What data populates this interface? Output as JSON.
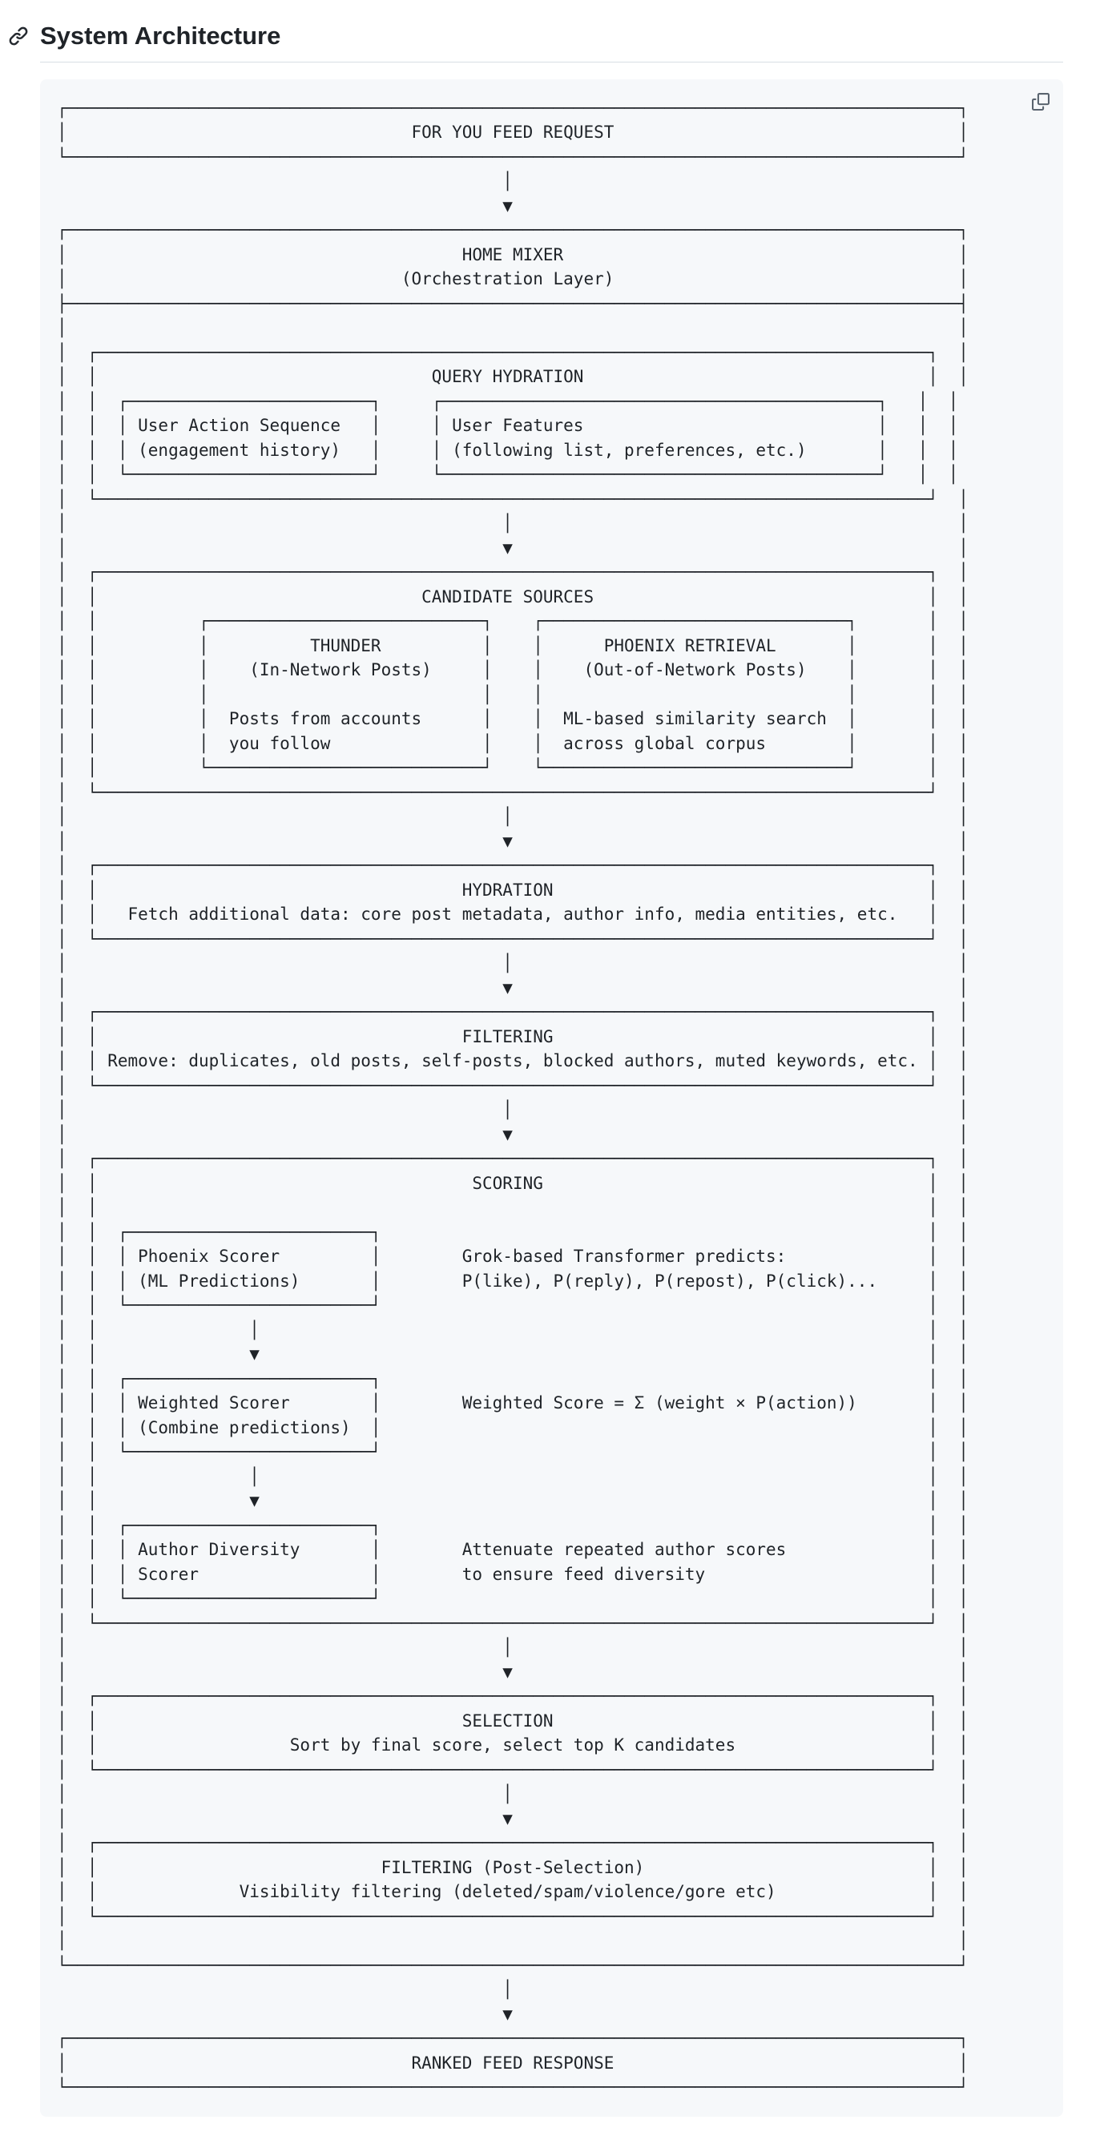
{
  "page": {
    "title": "System Architecture"
  },
  "code_block": {
    "copy_button_label": "Copy",
    "ascii_lines": [
      "┌────────────────────────────────────────────────────────────────────────────────────────┐",
      "│                                  FOR YOU FEED REQUEST                                  │",
      "└────────────────────────────────────────────────────────────────────────────────────────┘",
      "                                            │",
      "                                            ▼",
      "┌────────────────────────────────────────────────────────────────────────────────────────┐",
      "│                                       HOME MIXER                                       │",
      "│                                 (Orchestration Layer)                                  │",
      "├────────────────────────────────────────────────────────────────────────────────────────┤",
      "│                                                                                        │",
      "│  ┌──────────────────────────────────────────────────────────────────────────────────┐  │",
      "│  │                                 QUERY HYDRATION                                  │  │",
      "│  │  ┌────────────────────────┐     ┌───────────────────────────────────────────┐   │  │",
      "│  │  │ User Action Sequence   │     │ User Features                             │   │  │",
      "│  │  │ (engagement history)   │     │ (following list, preferences, etc.)       │   │  │",
      "│  │  └────────────────────────┘     └───────────────────────────────────────────┘   │  │",
      "│  └──────────────────────────────────────────────────────────────────────────────────┘  │",
      "│                                           │                                            │",
      "│                                           ▼                                            │",
      "│  ┌──────────────────────────────────────────────────────────────────────────────────┐  │",
      "│  │                                CANDIDATE SOURCES                                 │  │",
      "│  │          ┌───────────────────────────┐    ┌──────────────────────────────┐       │  │",
      "│  │          │          THUNDER          │    │      PHOENIX RETRIEVAL       │       │  │",
      "│  │          │    (In-Network Posts)     │    │    (Out-of-Network Posts)    │       │  │",
      "│  │          │                           │    │                              │       │  │",
      "│  │          │  Posts from accounts      │    │  ML-based similarity search  │       │  │",
      "│  │          │  you follow               │    │  across global corpus        │       │  │",
      "│  │          └───────────────────────────┘    └──────────────────────────────┘       │  │",
      "│  └──────────────────────────────────────────────────────────────────────────────────┘  │",
      "│                                           │                                            │",
      "│                                           ▼                                            │",
      "│  ┌──────────────────────────────────────────────────────────────────────────────────┐  │",
      "│  │                                    HYDRATION                                     │  │",
      "│  │   Fetch additional data: core post metadata, author info, media entities, etc.   │  │",
      "│  └──────────────────────────────────────────────────────────────────────────────────┘  │",
      "│                                           │                                            │",
      "│                                           ▼                                            │",
      "│  ┌──────────────────────────────────────────────────────────────────────────────────┐  │",
      "│  │                                    FILTERING                                     │  │",
      "│  │ Remove: duplicates, old posts, self-posts, blocked authors, muted keywords, etc. │  │",
      "│  └──────────────────────────────────────────────────────────────────────────────────┘  │",
      "│                                           │                                            │",
      "│                                           ▼                                            │",
      "│  ┌──────────────────────────────────────────────────────────────────────────────────┐  │",
      "│  │                                     SCORING                                      │  │",
      "│  │                                                                                  │  │",
      "│  │  ┌────────────────────────┐                                                      │  │",
      "│  │  │ Phoenix Scorer         │        Grok-based Transformer predicts:              │  │",
      "│  │  │ (ML Predictions)       │        P(like), P(reply), P(repost), P(click)...     │  │",
      "│  │  └────────────────────────┘                                                      │  │",
      "│  │               │                                                                  │  │",
      "│  │               ▼                                                                  │  │",
      "│  │  ┌────────────────────────┐                                                      │  │",
      "│  │  │ Weighted Scorer        │        Weighted Score = Σ (weight × P(action))       │  │",
      "│  │  │ (Combine predictions)  │                                                      │  │",
      "│  │  └────────────────────────┘                                                      │  │",
      "│  │               │                                                                  │  │",
      "│  │               ▼                                                                  │  │",
      "│  │  ┌────────────────────────┐                                                      │  │",
      "│  │  │ Author Diversity       │        Attenuate repeated author scores              │  │",
      "│  │  │ Scorer                 │        to ensure feed diversity                      │  │",
      "│  │  └────────────────────────┘                                                      │  │",
      "│  └──────────────────────────────────────────────────────────────────────────────────┘  │",
      "│                                           │                                            │",
      "│                                           ▼                                            │",
      "│  ┌──────────────────────────────────────────────────────────────────────────────────┐  │",
      "│  │                                    SELECTION                                     │  │",
      "│  │                   Sort by final score, select top K candidates                   │  │",
      "│  └──────────────────────────────────────────────────────────────────────────────────┘  │",
      "│                                           │                                            │",
      "│                                           ▼                                            │",
      "│  ┌──────────────────────────────────────────────────────────────────────────────────┐  │",
      "│  │                            FILTERING (Post-Selection)                            │  │",
      "│  │              Visibility filtering (deleted/spam/violence/gore etc)               │  │",
      "│  └──────────────────────────────────────────────────────────────────────────────────┘  │",
      "│                                                                                        │",
      "└────────────────────────────────────────────────────────────────────────────────────────┘",
      "                                            │",
      "                                            ▼",
      "┌────────────────────────────────────────────────────────────────────────────────────────┐",
      "│                                  RANKED FEED RESPONSE                                  │",
      "└────────────────────────────────────────────────────────────────────────────────────────┘"
    ]
  },
  "colors": {
    "page_bg": "#ffffff",
    "code_bg": "#f6f8fa",
    "text": "#1f2328",
    "icon_muted": "#59636e",
    "heading_divider": "#d8dee4"
  }
}
